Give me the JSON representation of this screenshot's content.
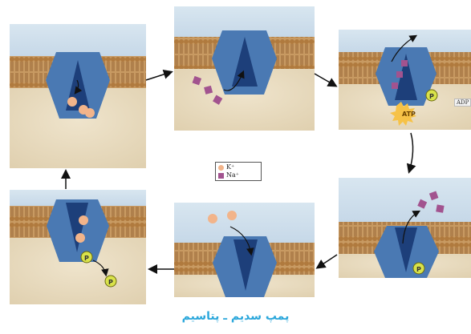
{
  "legend": {
    "k_label": "K⁺",
    "na_label": "Na⁺"
  },
  "labels": {
    "atp": "ATP",
    "adp": "ADP",
    "phosphate": "P"
  },
  "caption": "پمپ سدیم ـ پتاسیم",
  "colors": {
    "membrane": "#a8753e",
    "protein": "#4a79b3",
    "protein_dark": "#1d3f7a",
    "sodium": "#a2538f",
    "potassium": "#f2b48a",
    "phosphate": "#d9e24a",
    "atp_burst": "#f6c247",
    "background": "#e8dcc0",
    "caption": "#2ba7db"
  }
}
